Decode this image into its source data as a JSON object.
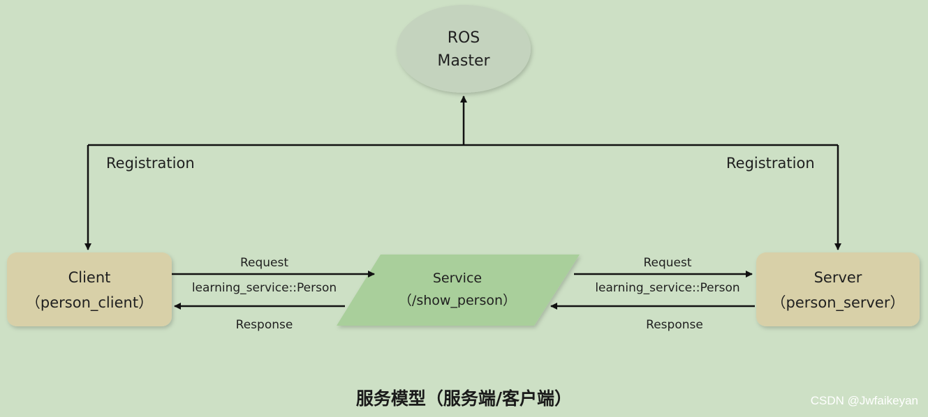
{
  "nodes": {
    "master": {
      "line1": "ROS",
      "line2": "Master",
      "fill": "#c4d3be"
    },
    "client": {
      "line1": "Client",
      "line2": "（person_client）",
      "fill": "#d8d0a8"
    },
    "service": {
      "line1": "Service",
      "line2": "（/show_person）",
      "fill": "#a9cf9b"
    },
    "server": {
      "line1": "Server",
      "line2": "（person_server）",
      "fill": "#d8d0a8"
    }
  },
  "edges": {
    "registration_left": "Registration",
    "registration_right": "Registration",
    "request_left": "Request",
    "type_left": "learning_service::Person",
    "response_left": "Response",
    "request_right": "Request",
    "type_right": "learning_service::Person",
    "response_right": "Response"
  },
  "caption": "服务模型（服务端/客户端）",
  "watermark": "CSDN @Jwfaikeyan",
  "colors": {
    "background": "#cde0c5",
    "line": "#111111"
  }
}
